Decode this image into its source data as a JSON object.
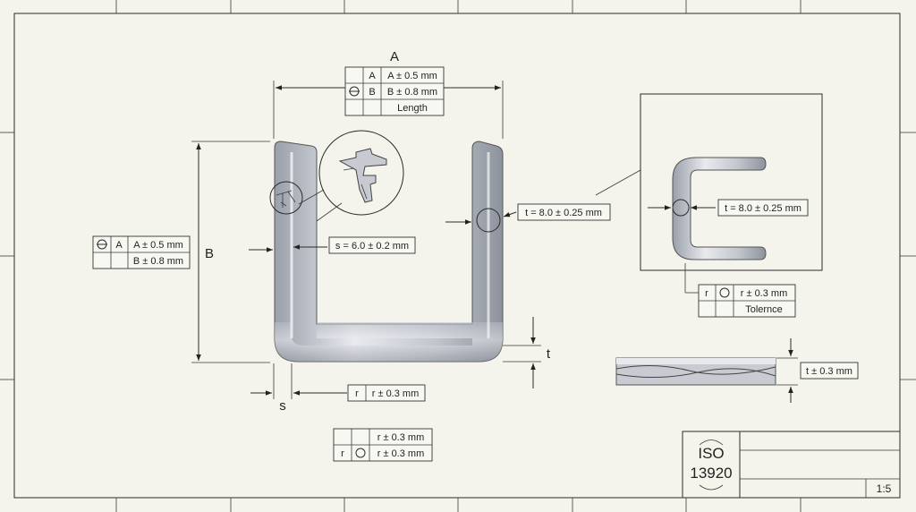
{
  "dimension_letters": {
    "a": "A",
    "b": "B",
    "s": "s",
    "t": "t"
  },
  "tol_top": {
    "r1c2": "A",
    "r1c3": "A ± 0.5 mm",
    "r2c2": "B",
    "r2c3": "B ± 0.8 mm",
    "r3c3": "Length"
  },
  "tol_left": {
    "r1c2": "A",
    "r1c3": "A ± 0.5 mm",
    "r2c3": "B ± 0.8 mm"
  },
  "callouts": {
    "s_thickness": "s = 6.0 ± 0.2 mm",
    "t_thickness": "t = 8.0 ± 0.25 mm",
    "inset_t_thickness": "t = 8.0 ± 0.25 mm",
    "bottom_radius": "r ± 0.3 mm",
    "side_t": "t ± 0.3 mm"
  },
  "radius_small": {
    "c1": "r",
    "c2": "r ± 0.3 mm"
  },
  "tol_inset": {
    "r1c1": "r",
    "r1c3": "r ± 0.3 mm",
    "r2c3": "Tolernce"
  },
  "tol_bottom": {
    "r1c3": "r ± 0.3 mm",
    "r2c1": "r",
    "r2c3": "r ± 0.3 mm"
  },
  "title_block": {
    "iso_line1": "ISO",
    "iso_line2": "13920",
    "scale": "1:5"
  },
  "colors": {
    "paper": "#f4f3ec",
    "ink": "#2b2b2b",
    "metal": "#c9ccd3",
    "metal_dark": "#8a8f99"
  }
}
